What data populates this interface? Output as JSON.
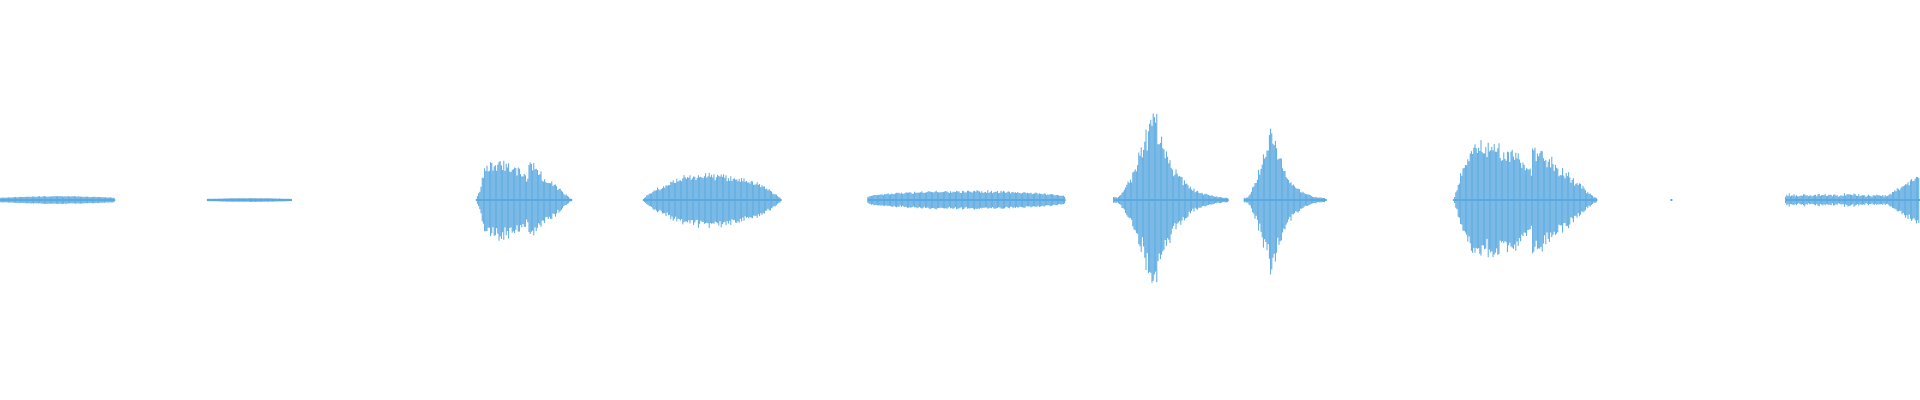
{
  "waveform": {
    "color": "#5AA9E0",
    "background": "#FFFFFF",
    "segments": [
      {
        "id": "burst-1",
        "shape": "flat-thin",
        "start": 0.0,
        "end": 0.06,
        "peak": 0.02
      },
      {
        "id": "burst-2",
        "shape": "flat-thin",
        "start": 0.108,
        "end": 0.152,
        "peak": 0.01
      },
      {
        "id": "burst-3",
        "shape": "spiky-attack-decay",
        "start": 0.248,
        "end": 0.298,
        "peak": 0.22
      },
      {
        "id": "burst-4",
        "shape": "spindle",
        "start": 0.335,
        "end": 0.407,
        "peak": 0.15
      },
      {
        "id": "burst-5",
        "shape": "long-low-spindle",
        "start": 0.452,
        "end": 0.555,
        "peak": 0.05
      },
      {
        "id": "burst-6",
        "shape": "tall-spike",
        "start": 0.58,
        "end": 0.64,
        "peak": 0.52
      },
      {
        "id": "burst-7",
        "shape": "tall-spike",
        "start": 0.648,
        "end": 0.69,
        "peak": 0.46
      },
      {
        "id": "burst-8",
        "shape": "spiky-attack-decay",
        "start": 0.757,
        "end": 0.832,
        "peak": 0.33
      },
      {
        "id": "burst-9",
        "shape": "rising-tail",
        "start": 0.93,
        "end": 1.0,
        "peak": 0.15
      }
    ]
  }
}
